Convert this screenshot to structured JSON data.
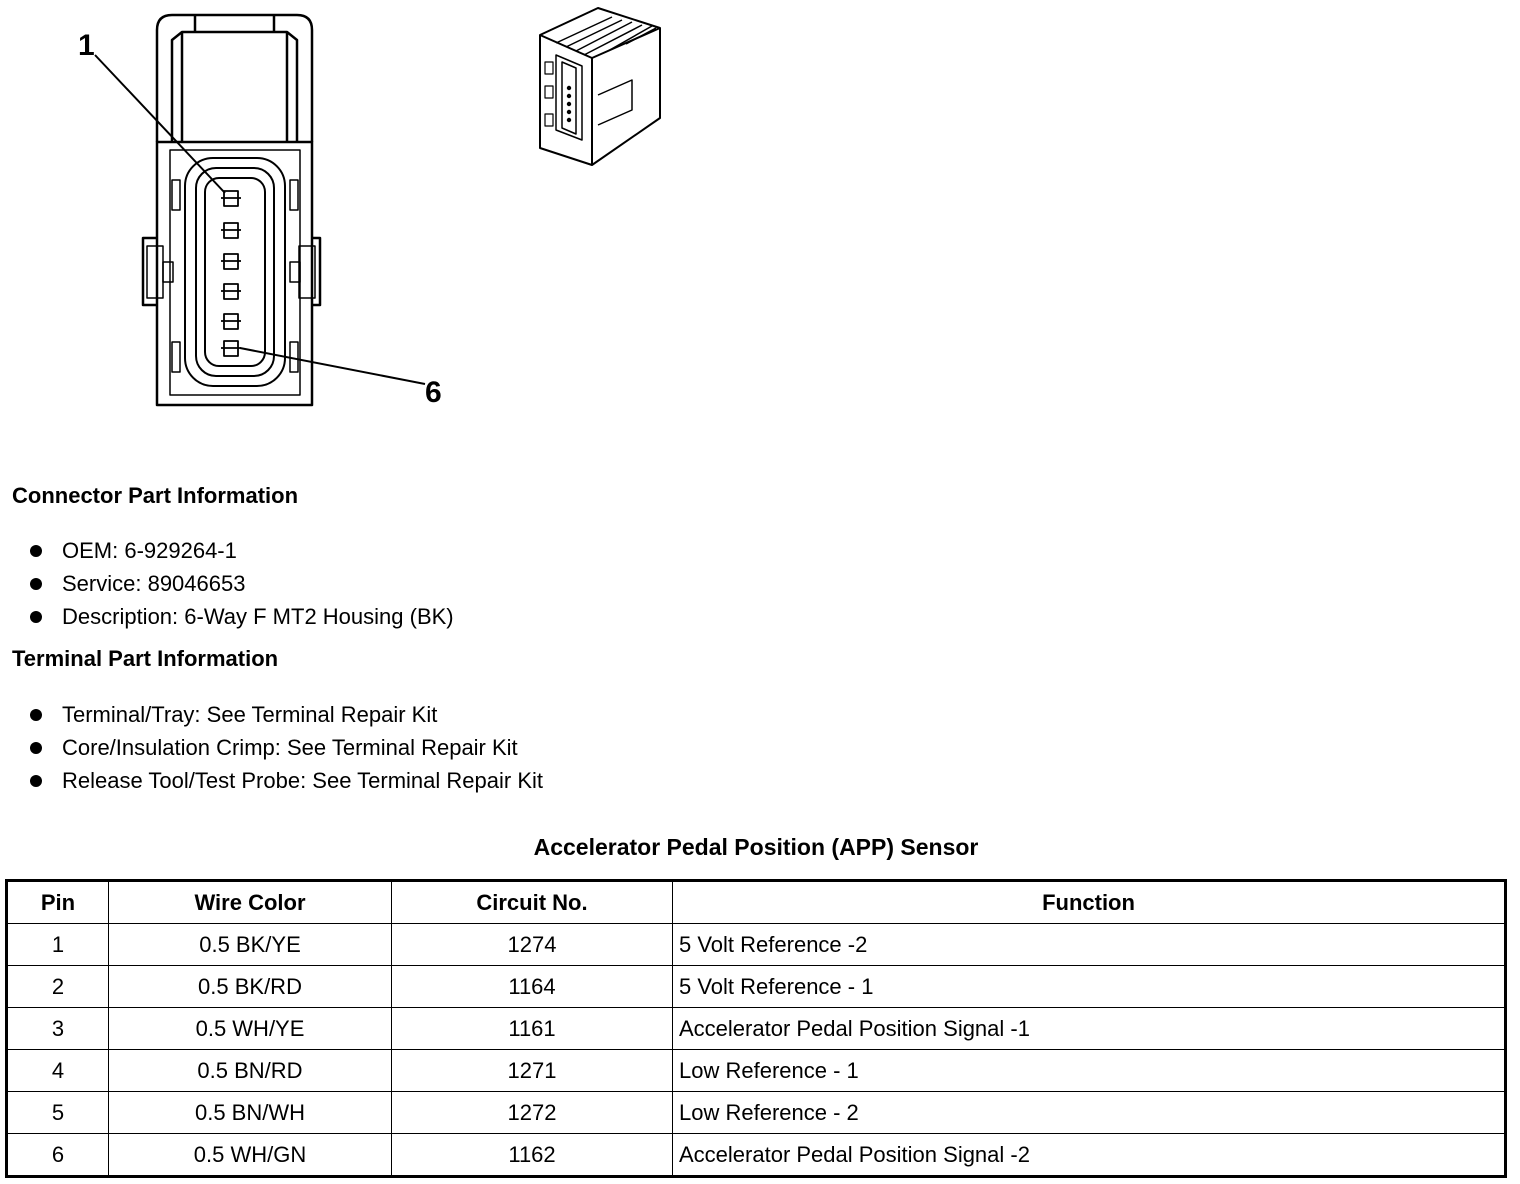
{
  "diagram": {
    "callout_first": "1",
    "callout_last": "6"
  },
  "connector_info": {
    "heading": "Connector Part Information",
    "items": [
      "OEM: 6-929264-1",
      "Service: 89046653",
      "Description: 6-Way F MT2 Housing (BK)"
    ]
  },
  "terminal_info": {
    "heading": "Terminal Part Information",
    "items": [
      "Terminal/Tray: See Terminal Repair Kit",
      "Core/Insulation Crimp: See Terminal Repair Kit",
      "Release Tool/Test Probe: See Terminal Repair Kit"
    ]
  },
  "table": {
    "title": "Accelerator Pedal Position (APP) Sensor",
    "headers": [
      "Pin",
      "Wire Color",
      "Circuit No.",
      "Function"
    ],
    "rows": [
      [
        "1",
        "0.5 BK/YE",
        "1274",
        "5 Volt Reference -2"
      ],
      [
        "2",
        "0.5 BK/RD",
        "1164",
        "5 Volt Reference - 1"
      ],
      [
        "3",
        "0.5 WH/YE",
        "1161",
        "Accelerator Pedal Position Signal -1"
      ],
      [
        "4",
        "0.5 BN/RD",
        "1271",
        "Low Reference - 1"
      ],
      [
        "5",
        "0.5 BN/WH",
        "1272",
        "Low Reference - 2"
      ],
      [
        "6",
        "0.5 WH/GN",
        "1162",
        "Accelerator Pedal Position Signal -2"
      ]
    ]
  }
}
